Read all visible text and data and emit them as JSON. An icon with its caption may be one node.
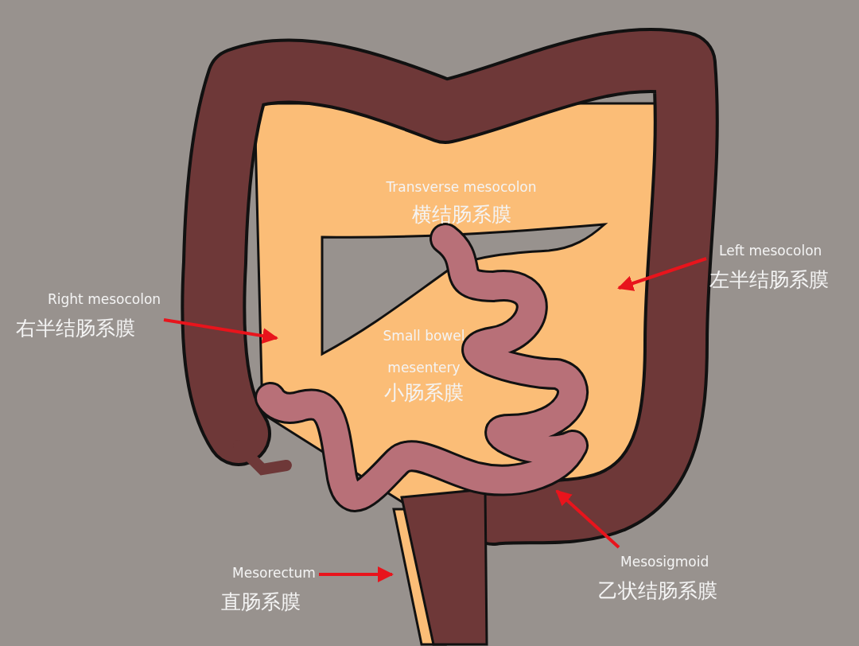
{
  "diagram": {
    "nodes": [
      {
        "text": [
          "Right mesocolon",
          "右半结肠系膜"
        ]
      },
      {
        "text": [
          "Left mesocolon",
          "左半结肠系膜"
        ]
      },
      {
        "text": [
          "Mesorectum",
          "直肠系膜"
        ]
      },
      {
        "text": [
          "Mesosigmoid",
          "乙状结肠系膜"
        ]
      }
    ],
    "edges": [
      {
        "from": 0,
        "to": null,
        "arrow": "to"
      },
      {
        "from": 1,
        "to": null,
        "arrow": "to"
      },
      {
        "from": 2,
        "to": null,
        "arrow": "to"
      },
      {
        "from": 3,
        "to": null,
        "arrow": "to"
      }
    ],
    "labels": [
      "Transverse mesocolon",
      "横结肠系膜",
      "Small bowel mesentery",
      "小肠系膜"
    ]
  }
}
